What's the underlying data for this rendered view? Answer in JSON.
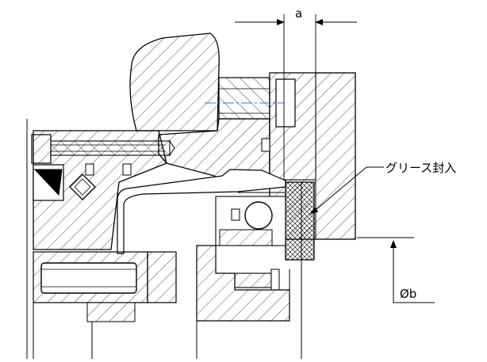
{
  "labels": {
    "dim_a": "a",
    "grease": "グリース封入",
    "dim_b": "Øb"
  },
  "colors": {
    "line": "#000000",
    "centerline": "#1f78ff",
    "background": "#ffffff"
  }
}
